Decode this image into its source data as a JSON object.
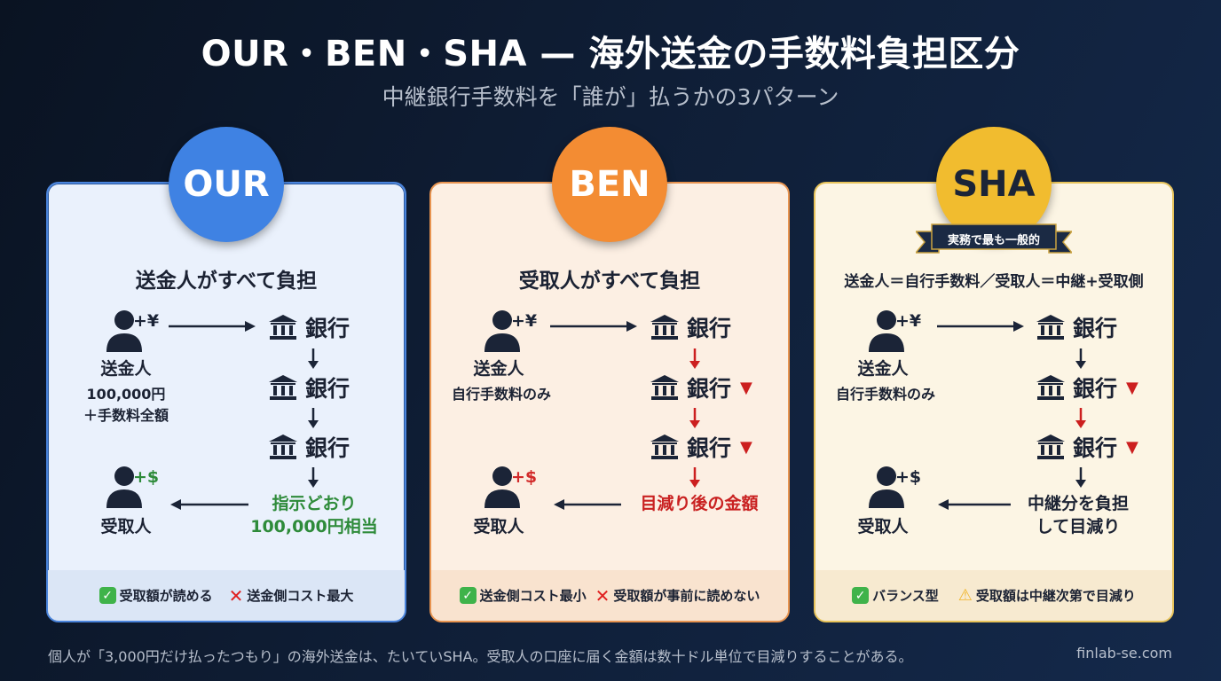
{
  "header": {
    "title": "OUR・BEN・SHA — 海外送金の手数料負担区分",
    "subtitle": "中継銀行手数料を「誰が」払うかの3パターン"
  },
  "colors": {
    "our": "#3f82e3",
    "ben": "#f38c33",
    "sha": "#f1bc2f",
    "positive": "#2e8b3a",
    "negative": "#d22a2a"
  },
  "cards": [
    {
      "badge": "OUR",
      "heading": "送金人がすべて負担",
      "sender": {
        "currency": "+¥",
        "name": "送金人",
        "detail_1": "100,000円",
        "detail_2": "＋手数料全額"
      },
      "banks": [
        {
          "label": "銀行",
          "deduction": ""
        },
        {
          "label": "銀行",
          "deduction": ""
        },
        {
          "label": "銀行",
          "deduction": ""
        }
      ],
      "result_1": "指示どおり",
      "result_2": "100,000円相当",
      "receiver": {
        "currency": "+$",
        "name": "受取人"
      },
      "pro": "受取額が読める",
      "con": "送金側コスト最大"
    },
    {
      "badge": "BEN",
      "heading": "受取人がすべて負担",
      "sender": {
        "currency": "+¥",
        "name": "送金人",
        "detail_1": "自行手数料のみ",
        "detail_2": ""
      },
      "banks": [
        {
          "label": "銀行",
          "deduction": ""
        },
        {
          "label": "銀行",
          "deduction": "▼"
        },
        {
          "label": "銀行",
          "deduction": "▼"
        }
      ],
      "result_1": "目減り後の金額",
      "result_2": "",
      "receiver": {
        "currency": "+$",
        "name": "受取人"
      },
      "pro": "送金側コスト最小",
      "con": "受取額が事前に読めない"
    },
    {
      "badge": "SHA",
      "ribbon": "実務で最も一般的",
      "heading": "送金人＝自行手数料／受取人＝中継+受取側",
      "sender": {
        "currency": "+¥",
        "name": "送金人",
        "detail_1": "自行手数料のみ",
        "detail_2": ""
      },
      "banks": [
        {
          "label": "銀行",
          "deduction": ""
        },
        {
          "label": "銀行",
          "deduction": "▼"
        },
        {
          "label": "銀行",
          "deduction": "▼"
        }
      ],
      "result_1": "中継分を負担",
      "result_2": "して目減り",
      "receiver": {
        "currency": "+$",
        "name": "受取人"
      },
      "pro": "バランス型",
      "con": "受取額は中継次第で目減り"
    }
  ],
  "footer": {
    "note": "個人が「3,000円だけ払ったつもり」の海外送金は、たいていSHA。受取人の口座に届く金額は数十ドル単位で目減りすることがある。",
    "site": "finlab-se.com"
  }
}
